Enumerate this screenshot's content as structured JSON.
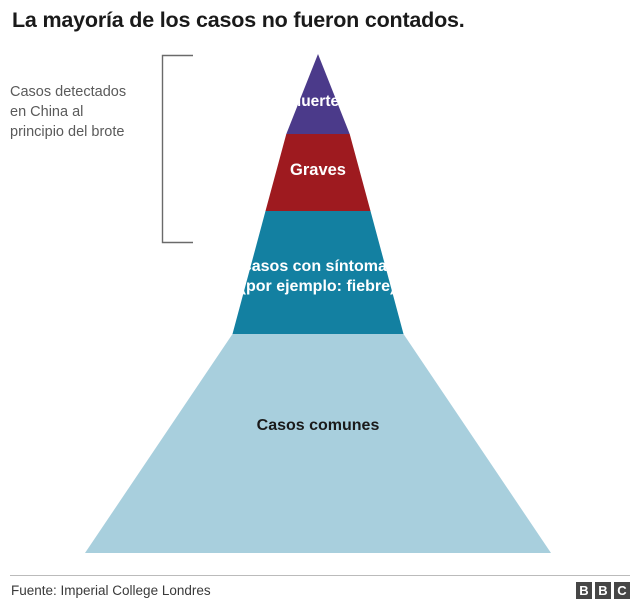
{
  "title": "La mayoría de los casos no fueron contados.",
  "annotation": {
    "line1": "Casos detectados",
    "line2": "en China al",
    "line3": "principio del brote"
  },
  "chart_data": {
    "type": "pie",
    "shape": "pyramid",
    "title": "La mayoría de los casos no fueron contados.",
    "xlabel": "",
    "ylabel": "",
    "legend_position": "inline-labels",
    "grid": false,
    "categories": [
      "Muertes",
      "Graves",
      "Casos con síntomas (por ejemplo: fiebre)",
      "Casos comunes"
    ],
    "values": [
      80,
      77,
      123,
      219
    ],
    "value_unit": "pixel band height (proportional tier size)",
    "series": [
      {
        "name": "Severity tiers",
        "values": [
          80,
          77,
          123,
          219
        ]
      }
    ],
    "segments": [
      {
        "label": "Muertes",
        "label_lines": [
          "Muertes"
        ],
        "color": "#4b3a8a",
        "text_color": "#ffffff",
        "order": 1,
        "band_top": 54,
        "band_bottom": 134
      },
      {
        "label": "Graves",
        "label_lines": [
          "Graves"
        ],
        "color": "#9e1a1f",
        "text_color": "#ffffff",
        "order": 2,
        "band_top": 134,
        "band_bottom": 211
      },
      {
        "label": "Casos con síntomas (por ejemplo: fiebre)",
        "label_lines": [
          "Casos con síntomas",
          "(por ejemplo: fiebre)"
        ],
        "color": "#1380a1",
        "text_color": "#ffffff",
        "order": 3,
        "band_top": 211,
        "band_bottom": 334
      },
      {
        "label": "Casos comunes",
        "label_lines": [
          "Casos comunes"
        ],
        "color": "#a8cfdd",
        "text_color": "#1a1a1a",
        "order": 4,
        "band_top": 334,
        "band_bottom": 553
      }
    ],
    "annotation": {
      "text": "Casos detectados en China al principio del brote",
      "covers_segments": [
        "Muertes",
        "Graves",
        "Casos con síntomas (por ejemplo: fiebre)"
      ],
      "bracket_top": 55,
      "bracket_bottom": 243
    }
  },
  "labels": {
    "muertes": "Muertes",
    "graves": "Graves",
    "sintomas_line1": "Casos con síntomas",
    "sintomas_line2": "(por ejemplo: fiebre)",
    "comunes": "Casos comunes"
  },
  "footer": {
    "source": "Fuente: Imperial College Londres",
    "logo_letters": [
      "B",
      "B",
      "C"
    ]
  },
  "colors": {
    "muertes": "#4b3a8a",
    "graves": "#9e1a1f",
    "sintomas": "#1380a1",
    "comunes": "#a8cfdd",
    "annotation_text": "#5a5a5a",
    "bracket": "#6a6a6a",
    "logo": "#464646"
  }
}
